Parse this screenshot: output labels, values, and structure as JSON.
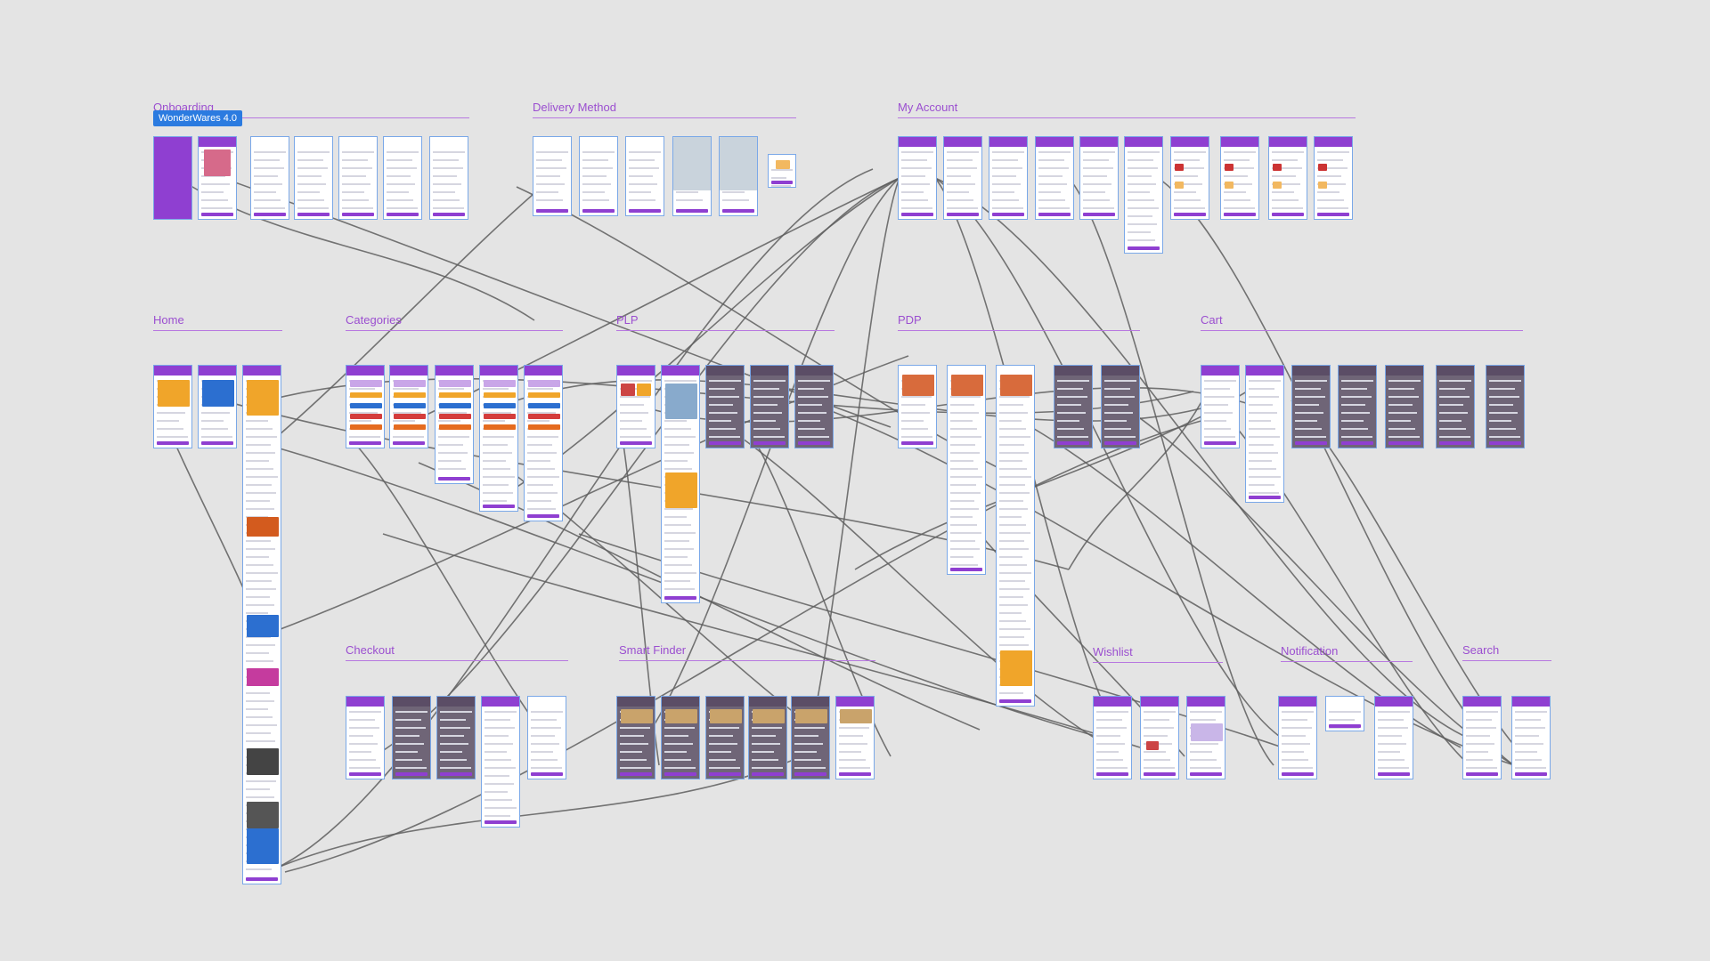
{
  "board": {
    "prototype_badge": "WonderWares 4.0",
    "accent_color": "#9b4fd0",
    "selection_color": "#2b7be0",
    "wire_color": "#5e5e5e"
  },
  "sections": [
    {
      "id": "onboarding",
      "title": "Onboarding"
    },
    {
      "id": "delivery",
      "title": "Delivery Method"
    },
    {
      "id": "account",
      "title": "My Account"
    },
    {
      "id": "home",
      "title": "Home"
    },
    {
      "id": "categories",
      "title": "Categories"
    },
    {
      "id": "plp",
      "title": "PLP"
    },
    {
      "id": "pdp",
      "title": "PDP"
    },
    {
      "id": "cart",
      "title": "Cart"
    },
    {
      "id": "checkout",
      "title": "Checkout"
    },
    {
      "id": "smartfinder",
      "title": "Smart Finder"
    },
    {
      "id": "wishlist",
      "title": "Wishlist"
    },
    {
      "id": "notification",
      "title": "Notification"
    },
    {
      "id": "search",
      "title": "Search"
    }
  ]
}
